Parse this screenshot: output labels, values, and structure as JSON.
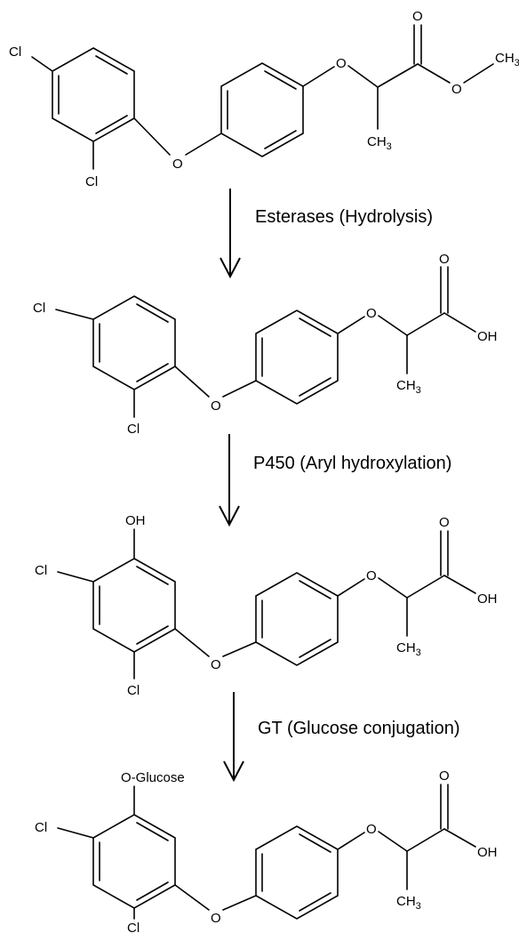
{
  "steps": [
    {
      "label": "Esterases (Hydrolysis)"
    },
    {
      "label": "P450 (Aryl hydroxylation)"
    },
    {
      "label": "GT (Glucose conjugation)"
    }
  ],
  "molecules": [
    {
      "cl_para": "Cl",
      "cl_ortho": "Cl",
      "ether_o": "O",
      "side_o": "O",
      "carbonyl_o": "O",
      "ester_o": "O",
      "methyl_ester": "CH",
      "methyl_ester_sub": "3",
      "methyl": "CH",
      "methyl_sub": "3"
    },
    {
      "cl_para": "Cl",
      "cl_ortho": "Cl",
      "ether_o": "O",
      "side_o": "O",
      "carbonyl_o": "O",
      "acid_oh": "OH",
      "methyl": "CH",
      "methyl_sub": "3"
    },
    {
      "substituent": "OH",
      "cl_para": "Cl",
      "cl_ortho": "Cl",
      "ether_o": "O",
      "side_o": "O",
      "carbonyl_o": "O",
      "acid_oh": "OH",
      "methyl": "CH",
      "methyl_sub": "3"
    },
    {
      "substituent": "O-Glucose",
      "cl_para": "Cl",
      "cl_ortho": "Cl",
      "ether_o": "O",
      "side_o": "O",
      "carbonyl_o": "O",
      "acid_oh": "OH",
      "methyl": "CH",
      "methyl_sub": "3"
    }
  ]
}
